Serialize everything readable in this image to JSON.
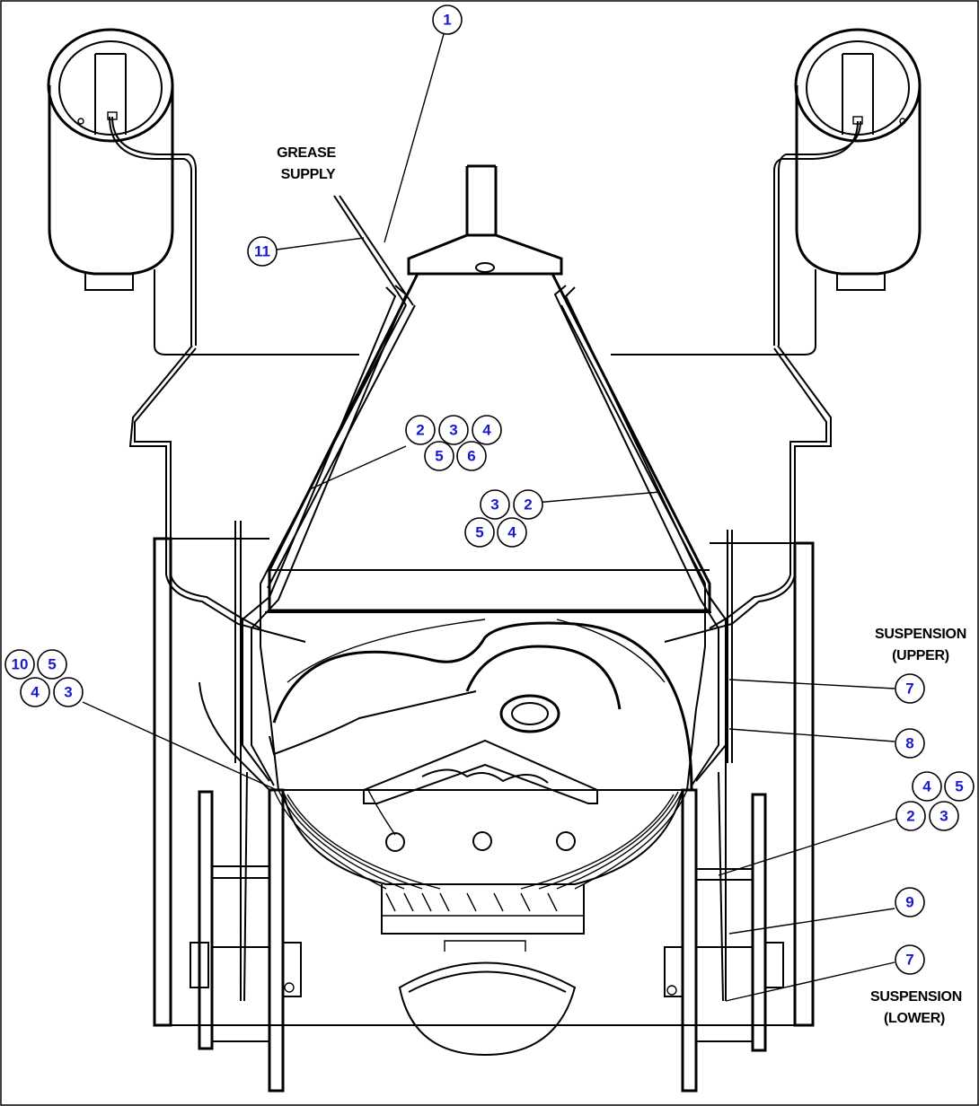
{
  "labels": {
    "grease_supply_line1": "GREASE",
    "grease_supply_line2": "SUPPLY",
    "susp_upper_line1": "SUSPENSION",
    "susp_upper_line2": "(UPPER)",
    "susp_lower_line1": "SUSPENSION",
    "susp_lower_line2": "(LOWER)"
  },
  "callouts": {
    "c1": "1",
    "c11": "11",
    "g1": [
      "2",
      "3",
      "4",
      "5",
      "6"
    ],
    "g2": [
      "3",
      "2",
      "5",
      "4"
    ],
    "g3": [
      "10",
      "5",
      "4",
      "3"
    ],
    "c7a": "7",
    "c8": "8",
    "g4": [
      "4",
      "5",
      "2",
      "3"
    ],
    "c9": "9",
    "c7b": "7"
  },
  "colors": {
    "callout_text": "#1a1acc",
    "line": "#000000",
    "background": "#ffffff"
  }
}
